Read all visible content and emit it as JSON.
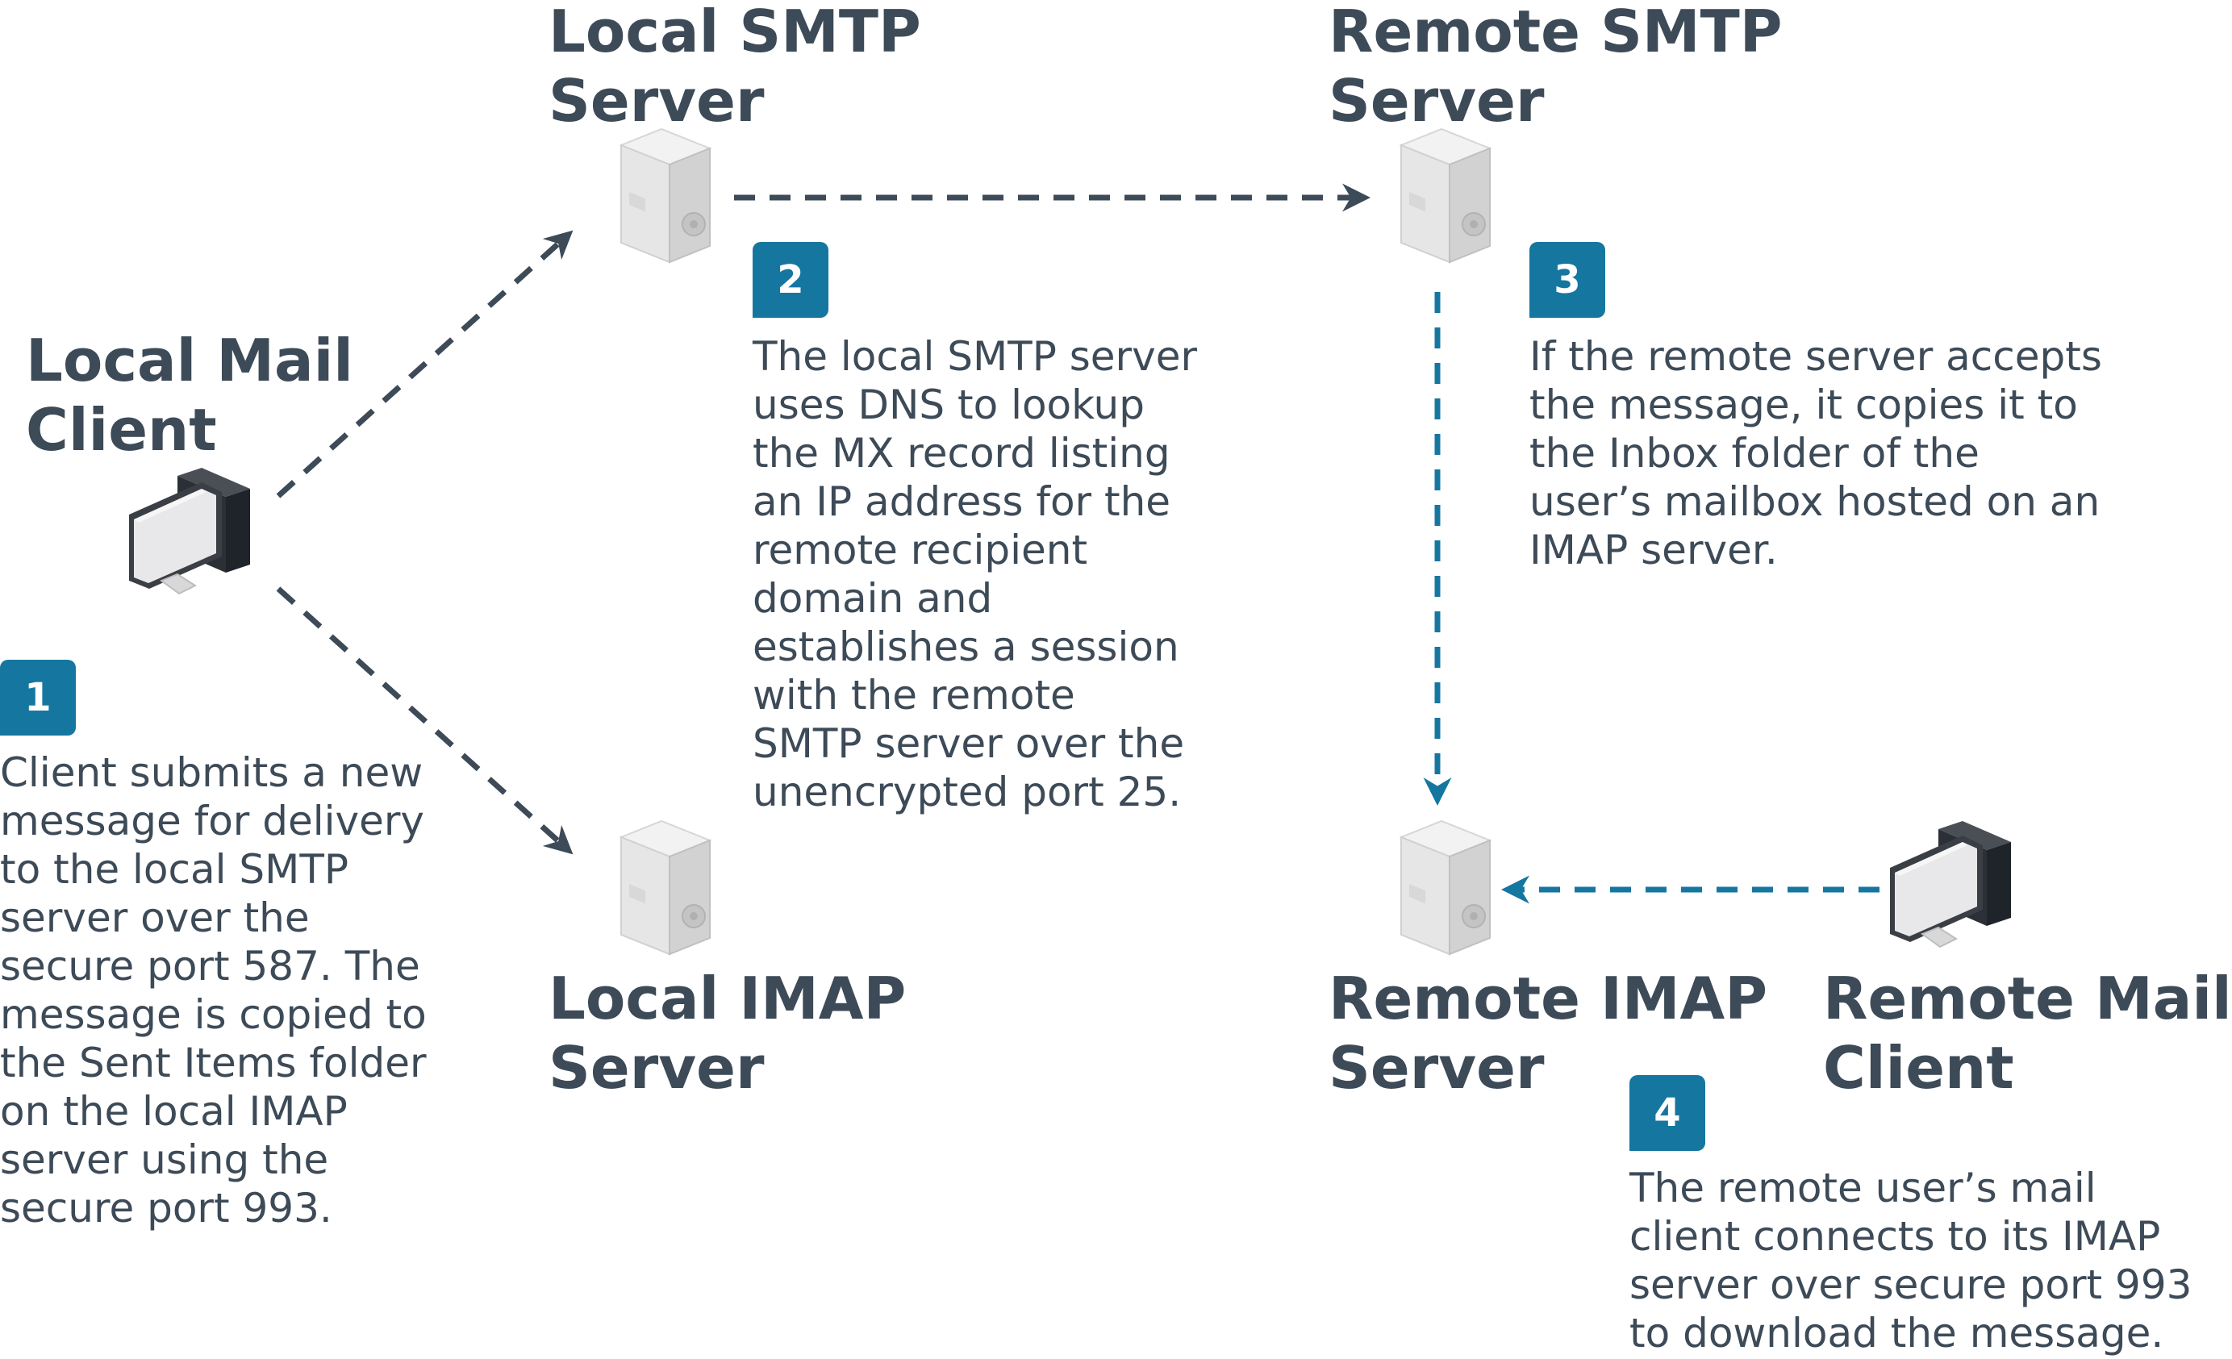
{
  "nodes": {
    "local_mail_client": {
      "title": "Local Mail\nClient",
      "icon": "desktop-computer-icon"
    },
    "local_smtp_server": {
      "title": "Local SMTP\nServer",
      "icon": "server-tower-icon"
    },
    "remote_smtp_server": {
      "title": "Remote SMTP\nServer",
      "icon": "server-tower-icon"
    },
    "local_imap_server": {
      "title": "Local IMAP\nServer",
      "icon": "server-tower-icon"
    },
    "remote_imap_server": {
      "title": "Remote IMAP\nServer",
      "icon": "server-tower-icon"
    },
    "remote_mail_client": {
      "title": "Remote Mail\nClient",
      "icon": "desktop-computer-icon"
    }
  },
  "steps": [
    {
      "number": "1",
      "text": "Client submits a new\nmessage for delivery\nto the local SMTP\nserver over the\nsecure port 587. The\nmessage is copied to\nthe Sent Items folder\non the local IMAP\nserver using the\nsecure port 993."
    },
    {
      "number": "2",
      "text": "The local SMTP server\nuses DNS to lookup\nthe MX record listing\nan IP address for the\nremote recipient\ndomain and\nestablishes a session\nwith the remote\nSMTP server over the\nunencrypted port 25."
    },
    {
      "number": "3",
      "text": "If the remote server accepts\nthe message, it copies it to\nthe Inbox folder of the\nuser’s mailbox hosted on an\nIMAP server."
    },
    {
      "number": "4",
      "text": "The remote user’s mail\nclient connects to its IMAP\nserver over secure port 993\nto download the message."
    }
  ],
  "colors": {
    "badge": "#1577a0",
    "text": "#3d4a57",
    "arrow_local": "#3d4a57",
    "arrow_remote": "#1577a0"
  }
}
